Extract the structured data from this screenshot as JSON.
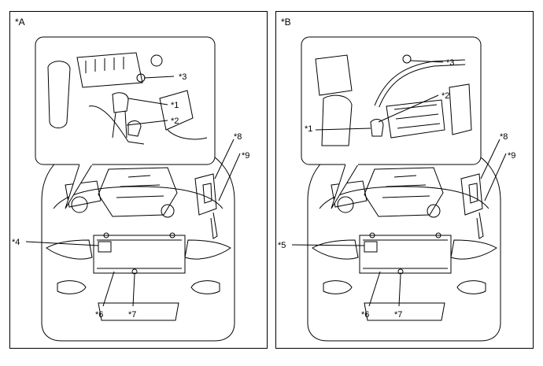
{
  "panels": [
    {
      "label": "*A",
      "callouts": {
        "c1": "*1",
        "c2": "*2",
        "c3": "*3",
        "c4": "*4",
        "c6": "*6",
        "c7": "*7",
        "c8": "*8",
        "c9": "*9"
      }
    },
    {
      "label": "*B",
      "callouts": {
        "c1": "*1",
        "c2": "*2",
        "c3": "*3",
        "c5": "*5",
        "c6": "*6",
        "c7": "*7",
        "c8": "*8",
        "c9": "*9"
      }
    }
  ],
  "colors": {
    "line": "#000000",
    "background": "#ffffff",
    "shade": "#888888"
  }
}
